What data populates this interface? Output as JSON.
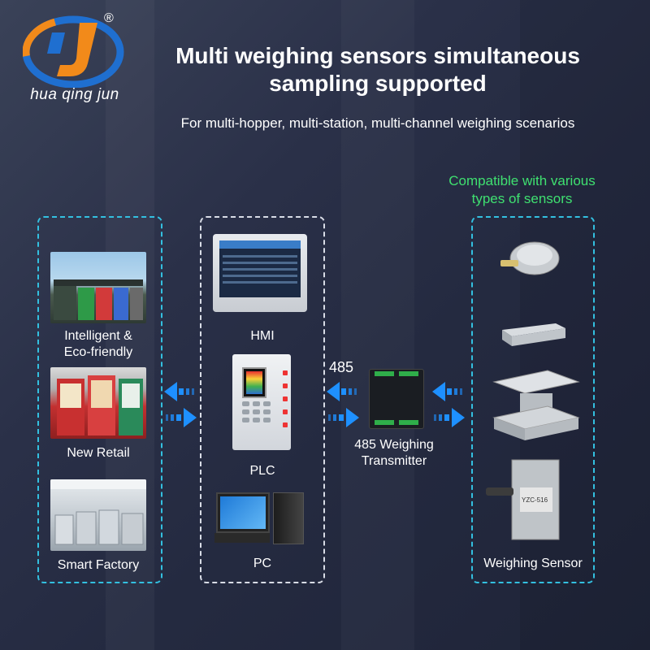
{
  "brand": {
    "name": "hua qing jun",
    "registered": "®",
    "colors": {
      "blue": "#1f6fd0",
      "orange": "#f28a1a"
    }
  },
  "header": {
    "title_line1": "Multi weighing sensors simultaneous",
    "title_line2": "sampling supported",
    "subtitle": "For multi-hopper, multi-station, multi-channel weighing scenarios"
  },
  "compat_note": {
    "line1": "Compatible with various",
    "line2": "types of sensors",
    "color": "#3fe070"
  },
  "applications": {
    "items": [
      {
        "line1": "Intelligent &",
        "line2": "Eco-friendly"
      },
      {
        "line1": "New Retail"
      },
      {
        "line1": "Smart Factory"
      }
    ]
  },
  "controllers": {
    "items": [
      {
        "label": "HMI"
      },
      {
        "label": "PLC"
      },
      {
        "label": "PC"
      }
    ]
  },
  "transmitter": {
    "protocol": "485",
    "line1": "485 Weighing",
    "line2": "Transmitter"
  },
  "sensors": {
    "label": "Weighing Sensor",
    "plate_text": "YZC-516"
  },
  "accent_colors": {
    "arrow": "#1e90ff",
    "dash_cyan": "#33c0e0",
    "dash_white": "#d8dce6"
  }
}
